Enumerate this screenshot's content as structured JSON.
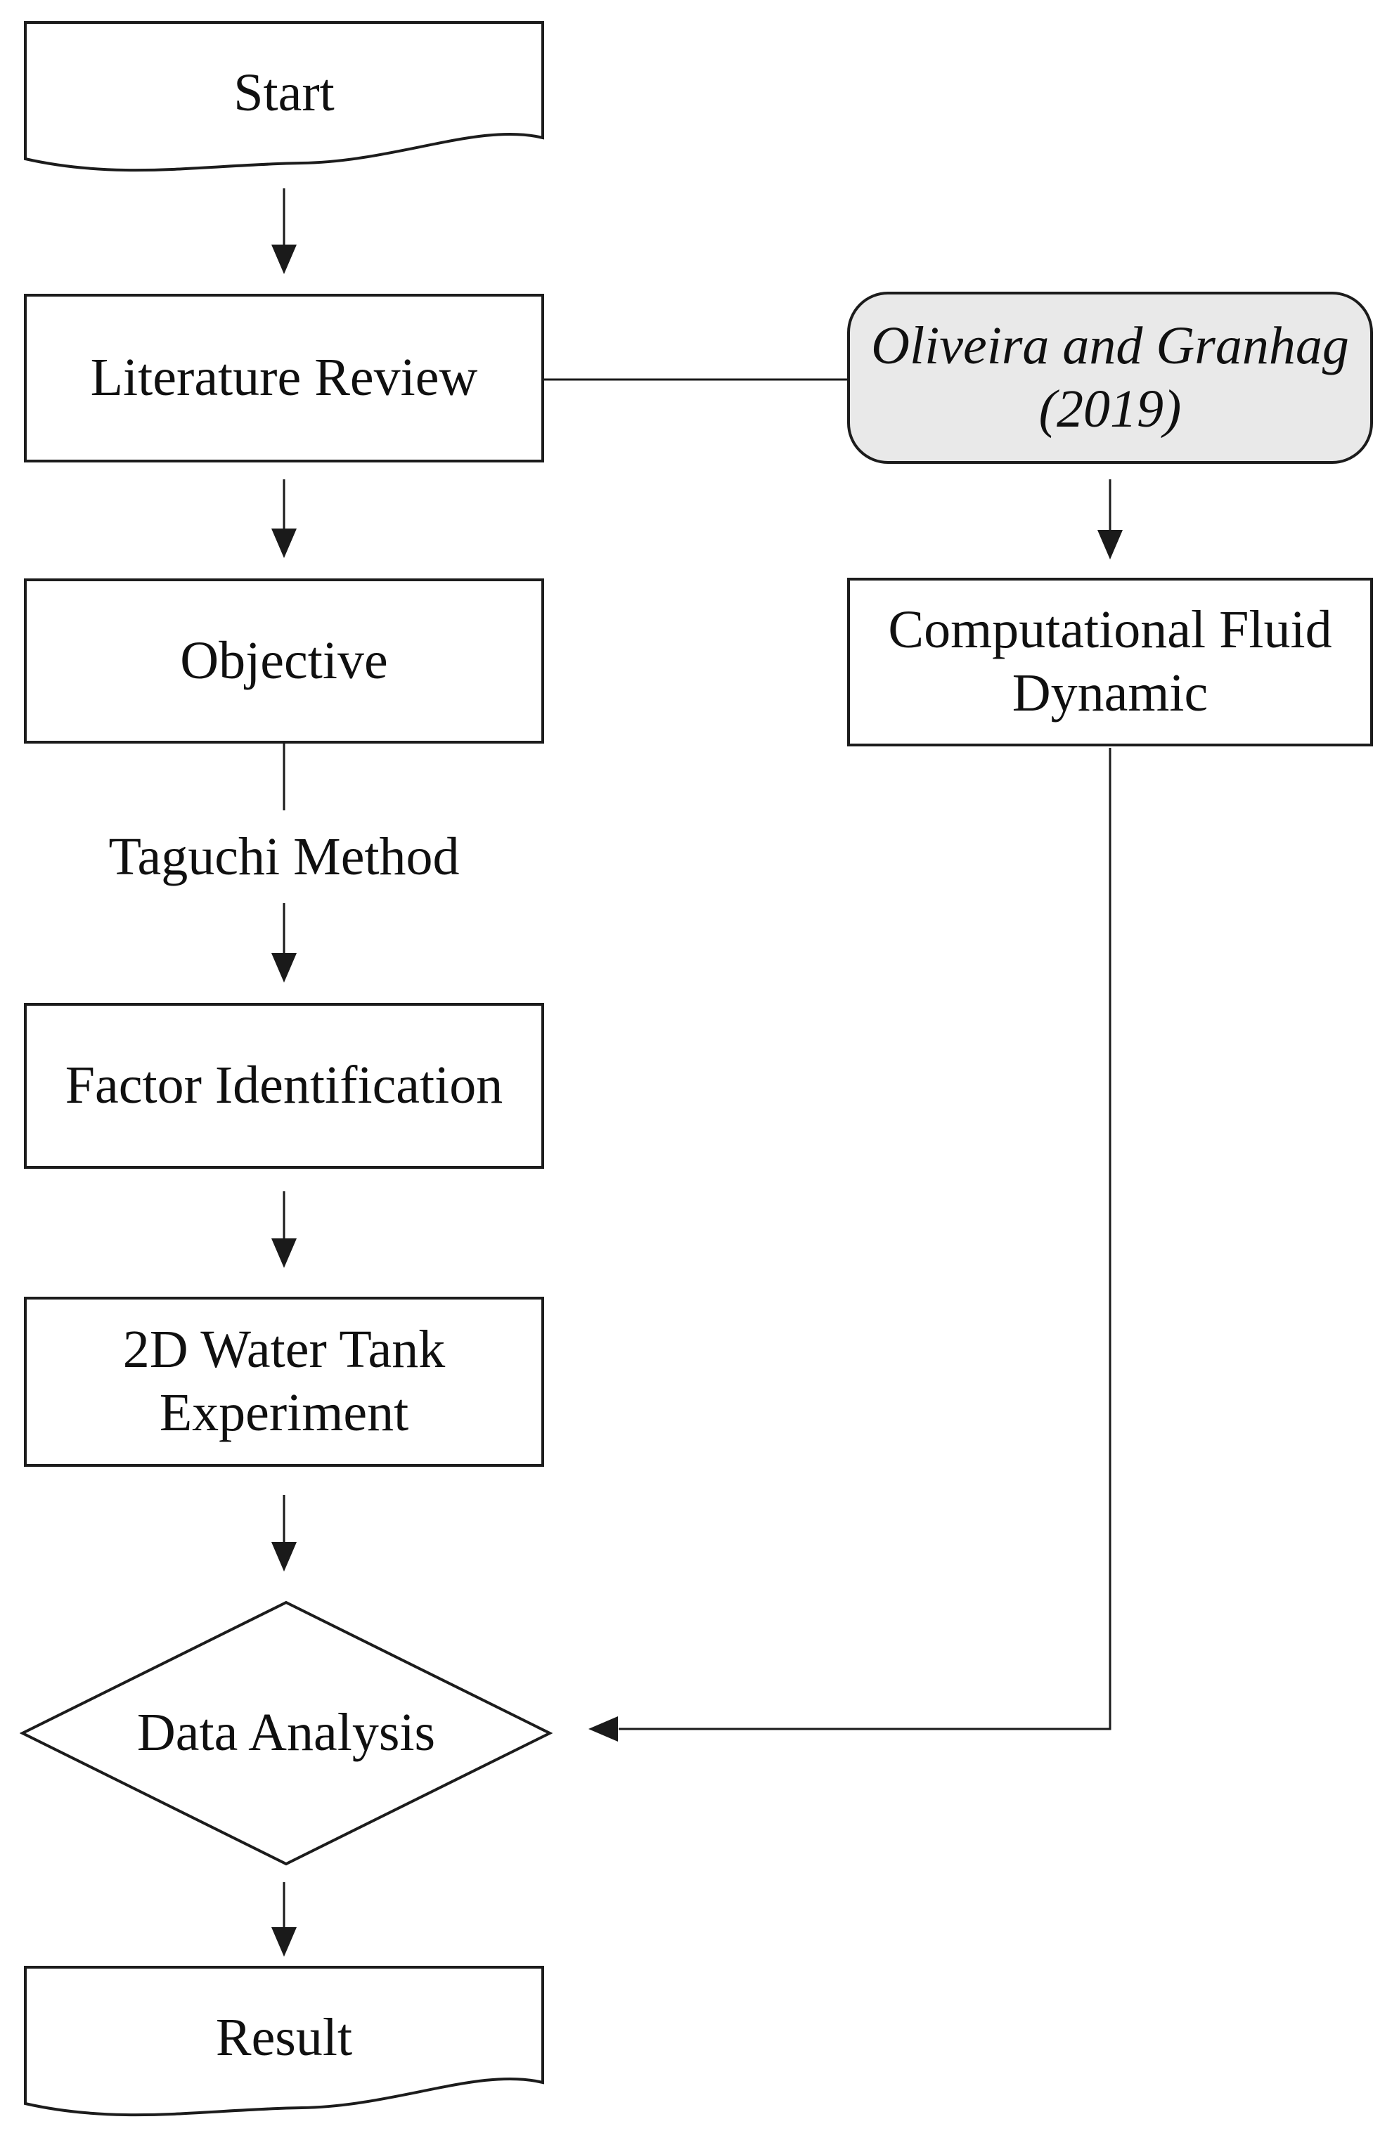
{
  "styles": {
    "page_bg": "#ffffff",
    "node_fill": "#ffffff",
    "highlight_fill": "#e9e9e9",
    "border_color": "#1c1c1c",
    "line_color": "#1a1a1a",
    "text_color": "#101010"
  },
  "nodes": {
    "start": {
      "shape": "document",
      "label": "Start"
    },
    "literature_review": {
      "shape": "rectangle",
      "label": "Literature Review"
    },
    "oliveira": {
      "shape": "rounded",
      "line1": "Oliveira and Granhag",
      "line2": "(2019)"
    },
    "objective": {
      "shape": "rectangle",
      "label": "Objective"
    },
    "computational_fluid_dynamic": {
      "shape": "rectangle",
      "line1": "Computational Fluid",
      "line2": "Dynamic"
    },
    "taguchi_method": {
      "shape": "text",
      "label": "Taguchi Method"
    },
    "factor_identification": {
      "shape": "rectangle",
      "label": "Factor Identification"
    },
    "water_tank": {
      "shape": "rectangle",
      "line1": "2D Water Tank",
      "line2": "Experiment"
    },
    "data_analysis": {
      "shape": "diamond",
      "label": "Data Analysis"
    },
    "result": {
      "shape": "document",
      "label": "Result"
    }
  }
}
